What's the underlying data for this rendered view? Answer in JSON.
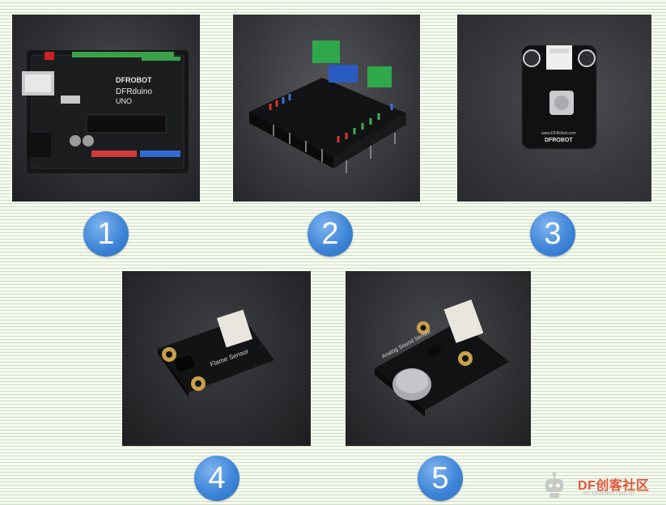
{
  "badges": [
    {
      "number": "1"
    },
    {
      "number": "2"
    },
    {
      "number": "3"
    },
    {
      "number": "4"
    },
    {
      "number": "5"
    }
  ],
  "photos": {
    "board1_brand": "DFROBOT",
    "board1_name": "DFRduino",
    "board1_model": "UNO",
    "module3_brand": "DFROBOT",
    "module3_site": "www.DFRobot.com",
    "module4_label": "Flame Sensor",
    "module5_label": "Analog Sound Sensor"
  },
  "watermark": {
    "brand": "DF",
    "text": "创客社区",
    "url": "mc.DFRobot.com.cn"
  },
  "colors": {
    "badge": "#3f86d8",
    "watermark": "#e2553a"
  }
}
